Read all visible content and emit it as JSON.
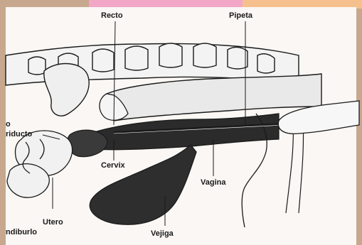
{
  "labels": {
    "recto": "Recto",
    "pipeta": "Pipeta",
    "oviducto": "o\nriducto",
    "cervix": "Cervix",
    "vagina": "Vagina",
    "utero": "Utero",
    "vejiga": "Vejiga",
    "infundibulo": "ndiburlo"
  },
  "colors": {
    "frame": "#c7a88e",
    "tab_pink": "#f2a7c7",
    "tab_orange": "#f6c08e",
    "ink": "#1a1a1a"
  }
}
